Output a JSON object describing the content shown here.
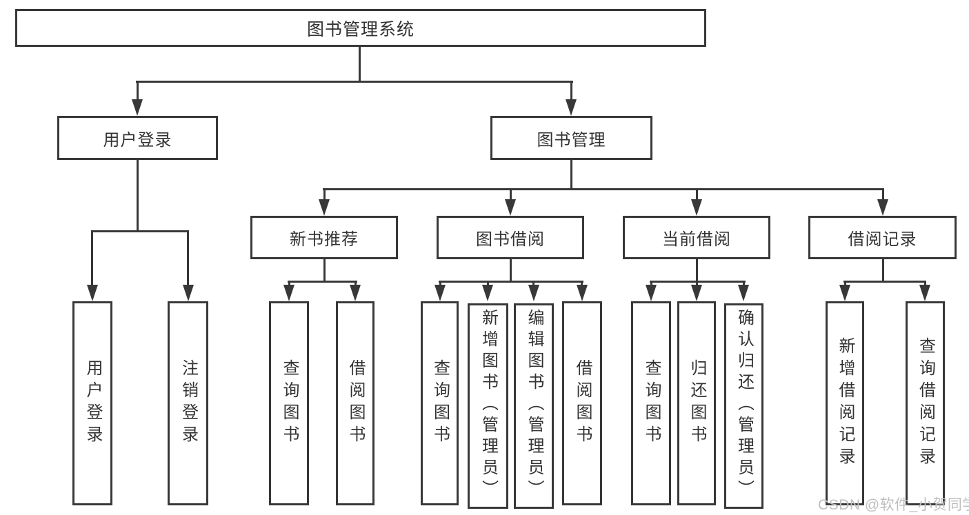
{
  "nodes": {
    "root": "图书管理系统",
    "level1": [
      "用户登录",
      "图书管理"
    ],
    "level2": [
      "新书推荐",
      "图书借阅",
      "当前借阅",
      "借阅记录"
    ],
    "leaves_user": [
      "用户登录",
      "注销登录"
    ],
    "leaves_newbook": [
      "查询图书",
      "借阅图书"
    ],
    "leaves_borrow": [
      "查询图书",
      "新增图书（管理员）",
      "编辑图书（管理员）",
      "借阅图书"
    ],
    "leaves_current": [
      "查询图书",
      "归还图书",
      "确认归还（管理员）"
    ],
    "leaves_records": [
      "新增借阅记录",
      "查询借阅记录"
    ]
  },
  "watermark": "CSDN @软件_小贺同学",
  "colors": {
    "line": "#383838",
    "text": "#333333",
    "watermark": "#bfbfbf",
    "background": "#ffffff"
  }
}
